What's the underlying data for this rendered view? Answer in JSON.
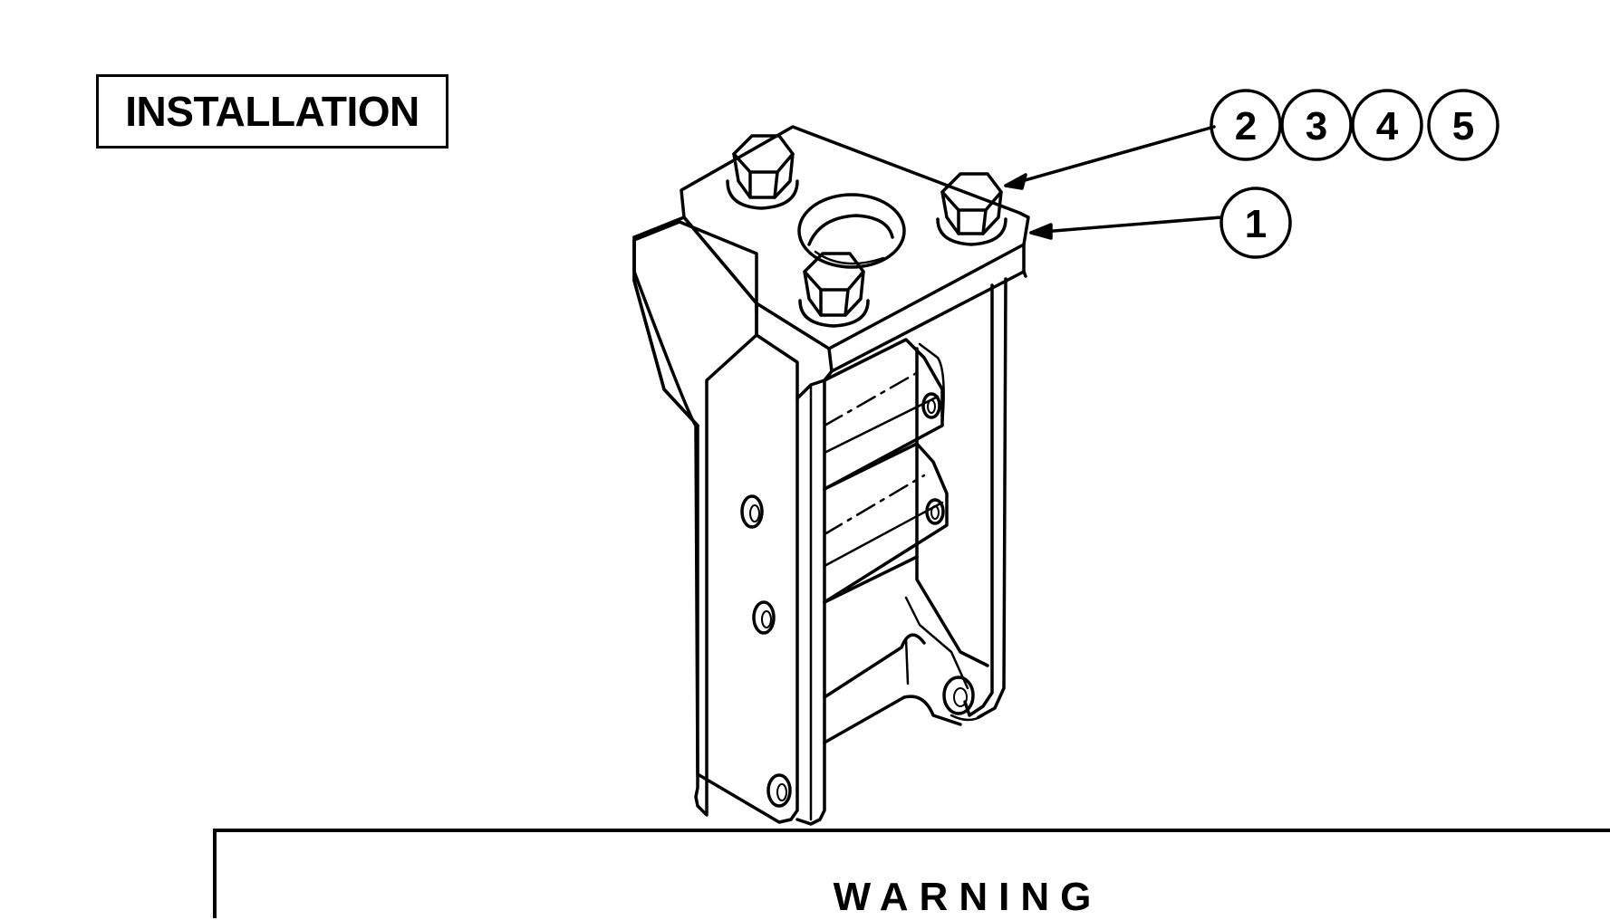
{
  "section": {
    "title": "INSTALLATION"
  },
  "callouts": {
    "fastener_group": [
      "2",
      "3",
      "4",
      "5"
    ],
    "bracket": "1"
  },
  "warning": {
    "title": "WARNING"
  },
  "colors": {
    "ink": "#000000",
    "paper": "#ffffff"
  }
}
